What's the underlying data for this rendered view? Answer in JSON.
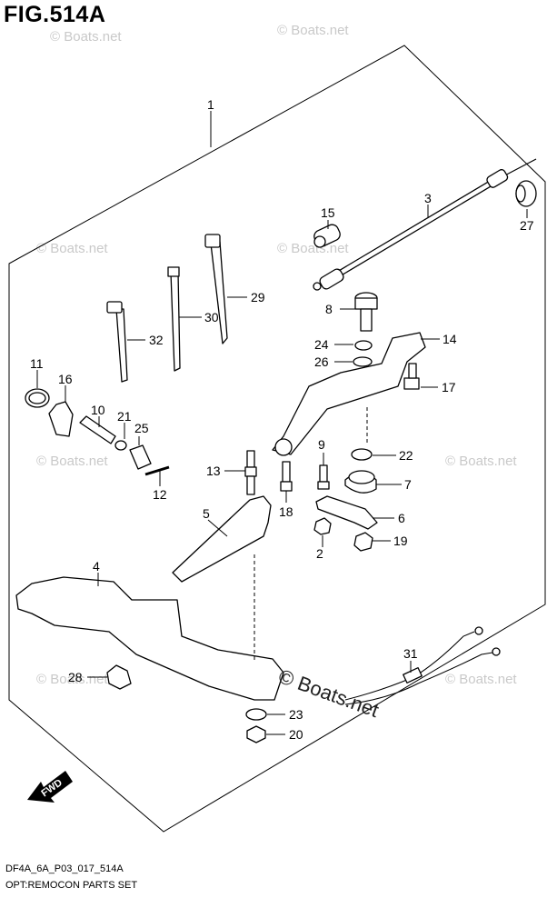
{
  "figure": {
    "title": "FIG.514A"
  },
  "footer": {
    "code": "DF4A_6A_P03_017_514A",
    "name": "OPT:REMOCON PARTS SET"
  },
  "watermark": {
    "text": "© Boats.net"
  },
  "fwd_label": "FWD",
  "callouts": [
    {
      "id": "1",
      "label": "1"
    },
    {
      "id": "2",
      "label": "2"
    },
    {
      "id": "3",
      "label": "3"
    },
    {
      "id": "4",
      "label": "4"
    },
    {
      "id": "5",
      "label": "5"
    },
    {
      "id": "6",
      "label": "6"
    },
    {
      "id": "7",
      "label": "7"
    },
    {
      "id": "8",
      "label": "8"
    },
    {
      "id": "9",
      "label": "9"
    },
    {
      "id": "10",
      "label": "10"
    },
    {
      "id": "11",
      "label": "11"
    },
    {
      "id": "12",
      "label": "12"
    },
    {
      "id": "13",
      "label": "13"
    },
    {
      "id": "14",
      "label": "14"
    },
    {
      "id": "15",
      "label": "15"
    },
    {
      "id": "16",
      "label": "16"
    },
    {
      "id": "17",
      "label": "17"
    },
    {
      "id": "18",
      "label": "18"
    },
    {
      "id": "19",
      "label": "19"
    },
    {
      "id": "20",
      "label": "20"
    },
    {
      "id": "21",
      "label": "21"
    },
    {
      "id": "22",
      "label": "22"
    },
    {
      "id": "23",
      "label": "23"
    },
    {
      "id": "24",
      "label": "24"
    },
    {
      "id": "25",
      "label": "25"
    },
    {
      "id": "26",
      "label": "26"
    },
    {
      "id": "27",
      "label": "27"
    },
    {
      "id": "28",
      "label": "28"
    },
    {
      "id": "29",
      "label": "29"
    },
    {
      "id": "30",
      "label": "30"
    },
    {
      "id": "31",
      "label": "31"
    },
    {
      "id": "32",
      "label": "32"
    }
  ]
}
